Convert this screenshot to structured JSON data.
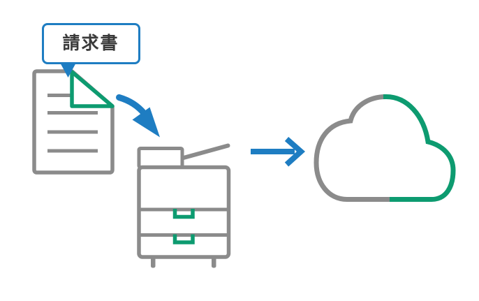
{
  "bubble": {
    "label": "請求書"
  },
  "icons": {
    "bubble": "speech-bubble",
    "document": "invoice-document-icon",
    "document_fold": "folded-corner",
    "arrow_to_printer": "arrow-down-right-icon",
    "printer": "multifunction-printer-icon",
    "arrow_to_cloud": "arrow-right-icon",
    "cloud": "cloud-icon"
  },
  "colors": {
    "blue": "#1e7dc2",
    "green": "#0d9b70",
    "gray": "#8b8b8b",
    "ink": "#3a3a3a",
    "bg": "#ffffff"
  }
}
